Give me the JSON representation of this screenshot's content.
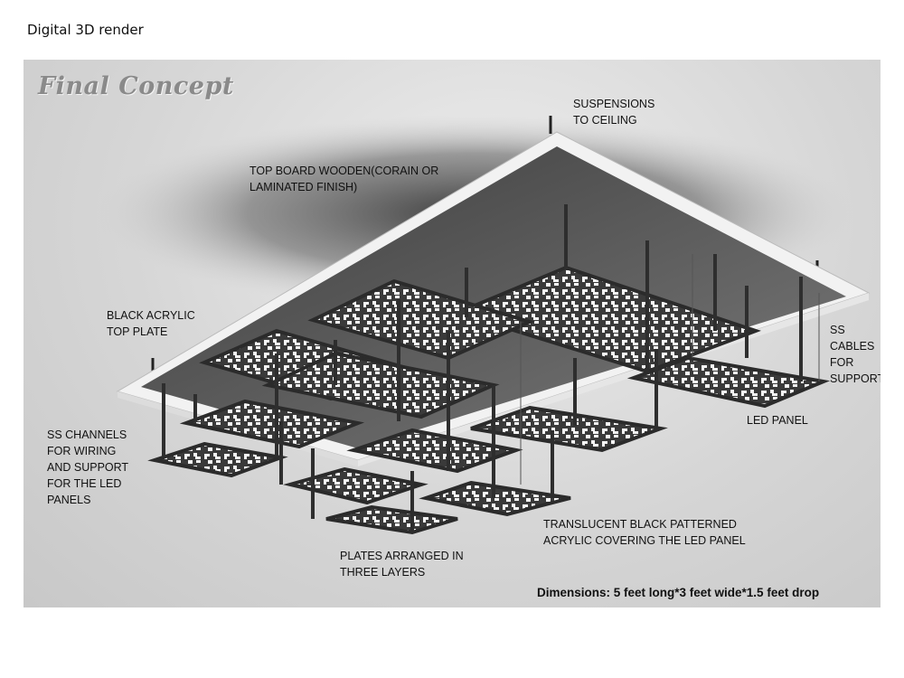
{
  "page": {
    "heading": "Digital 3D render"
  },
  "figure": {
    "title": "Final Concept",
    "labels": {
      "suspensions": [
        "SUSPENSIONS",
        "TO CEILING"
      ],
      "top_board": [
        "TOP BOARD WOODEN(CORAIN OR",
        "LAMINATED FINISH)"
      ],
      "acrylic_top_plate": [
        "BLACK ACRYLIC",
        "TOP PLATE"
      ],
      "ss_cables": [
        "SS",
        "CABLES",
        "FOR",
        "SUPPORT"
      ],
      "led_panel": [
        "LED PANEL"
      ],
      "ss_channels": [
        "SS CHANNELS",
        "FOR WIRING",
        "AND SUPPORT",
        "FOR THE LED",
        "PANELS"
      ],
      "translucent_acrylic": [
        "TRANSLUCENT BLACK PATTERNED",
        "ACRYLIC COVERING THE LED PANEL"
      ],
      "plates_layers": [
        "PLATES ARRANGED IN",
        "THREE LAYERS"
      ]
    },
    "dimensions": "Dimensions: 5 feet long*3 feet wide*1.5 feet drop"
  },
  "colors": {
    "frame_steel": "#3a3a3a",
    "top_board_edge": "#f2f2f2",
    "acrylic": "#4a4a4a",
    "led_glow": "#fafafa"
  }
}
